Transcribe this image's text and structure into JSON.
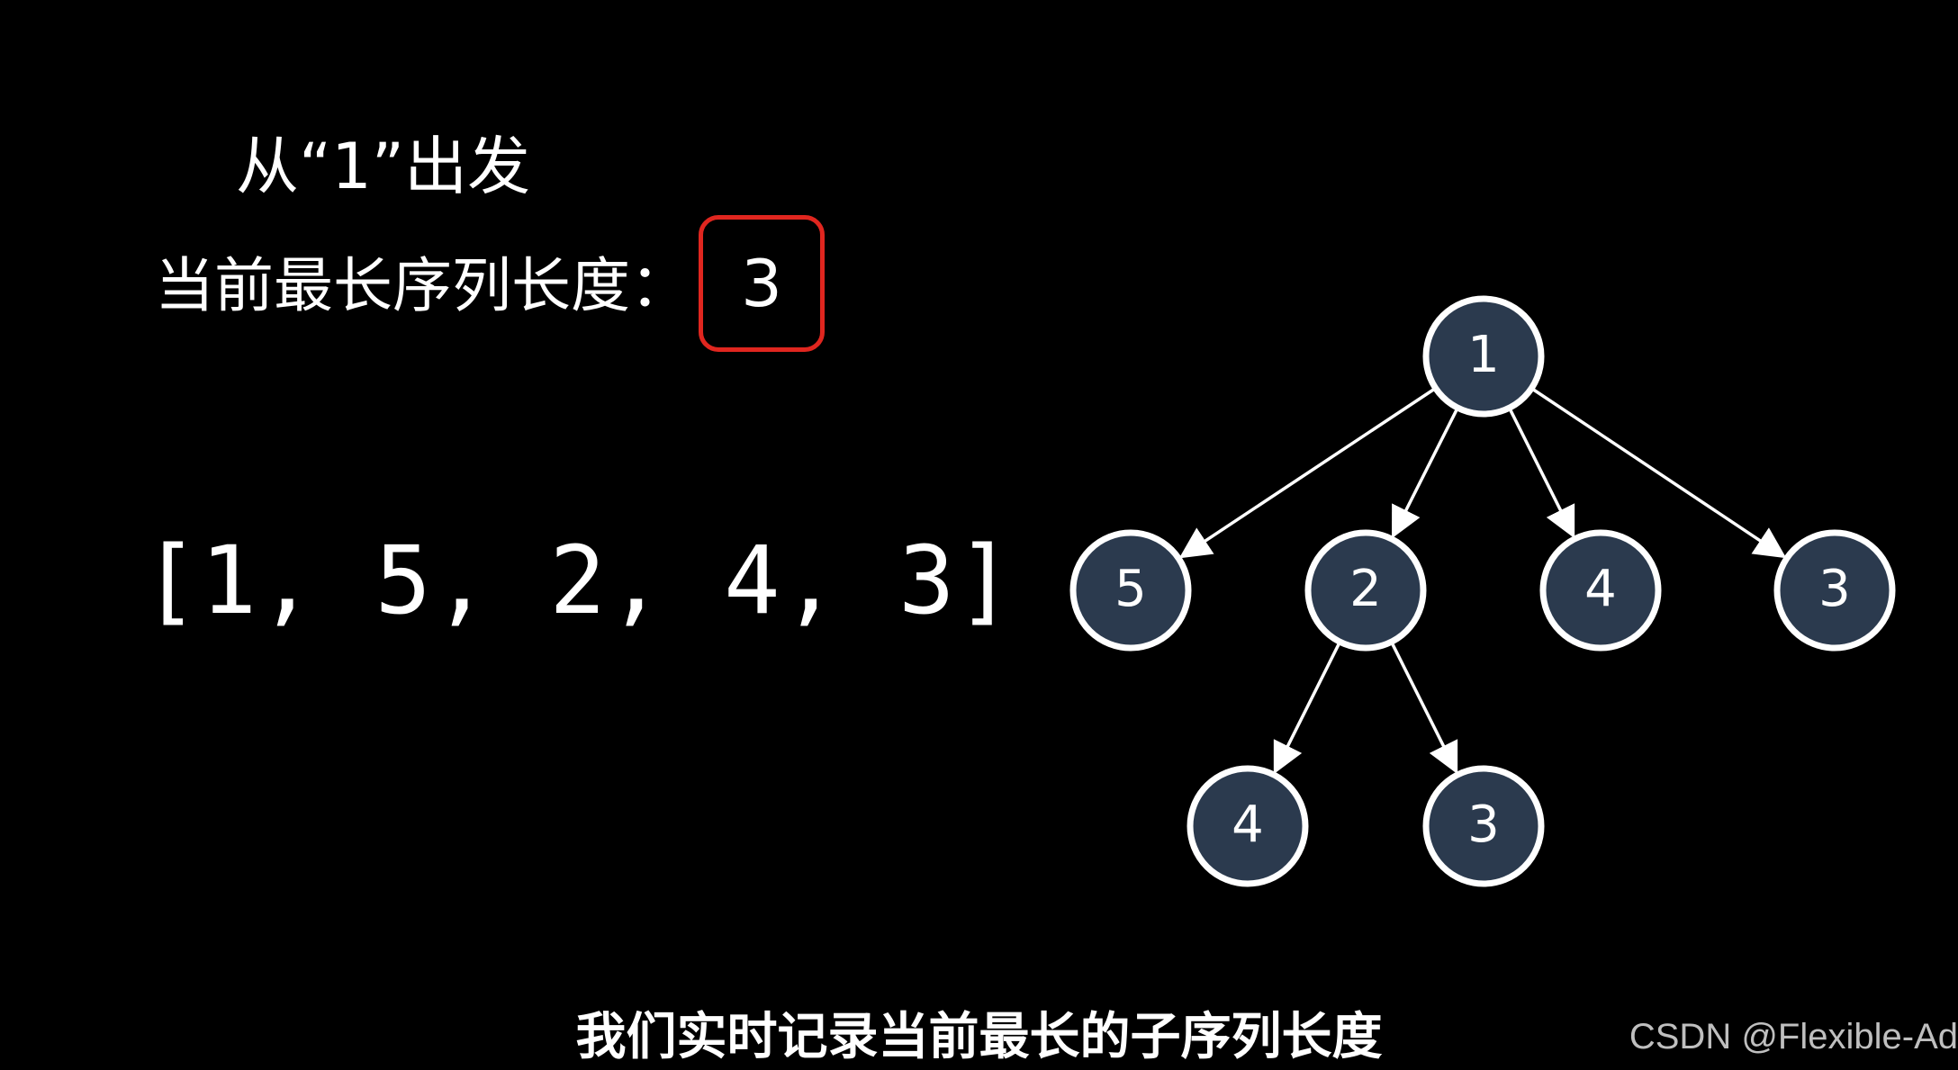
{
  "heading": {
    "start_label": "从“1”出发",
    "length_label": "当前最长序列长度：",
    "length_value": "3"
  },
  "sequence": "[1, 5, 2, 4, 3]",
  "tree": {
    "nodes": [
      {
        "id": "n1",
        "label": "1"
      },
      {
        "id": "n5",
        "label": "5"
      },
      {
        "id": "n2",
        "label": "2"
      },
      {
        "id": "n4a",
        "label": "4"
      },
      {
        "id": "n3a",
        "label": "3"
      },
      {
        "id": "n4b",
        "label": "4"
      },
      {
        "id": "n3b",
        "label": "3"
      }
    ],
    "edges": [
      {
        "from": "n1",
        "to": "n5"
      },
      {
        "from": "n1",
        "to": "n2"
      },
      {
        "from": "n1",
        "to": "n4a"
      },
      {
        "from": "n1",
        "to": "n3a"
      },
      {
        "from": "n2",
        "to": "n4b"
      },
      {
        "from": "n2",
        "to": "n3b"
      }
    ],
    "node_fill": "#2b3a4e",
    "node_stroke": "#ffffff",
    "edge_color": "#ffffff"
  },
  "highlight_color": "#e0261f",
  "subtitle": "我们实时记录当前最长的子序列长度",
  "watermark": "CSDN @Flexible-Ad"
}
